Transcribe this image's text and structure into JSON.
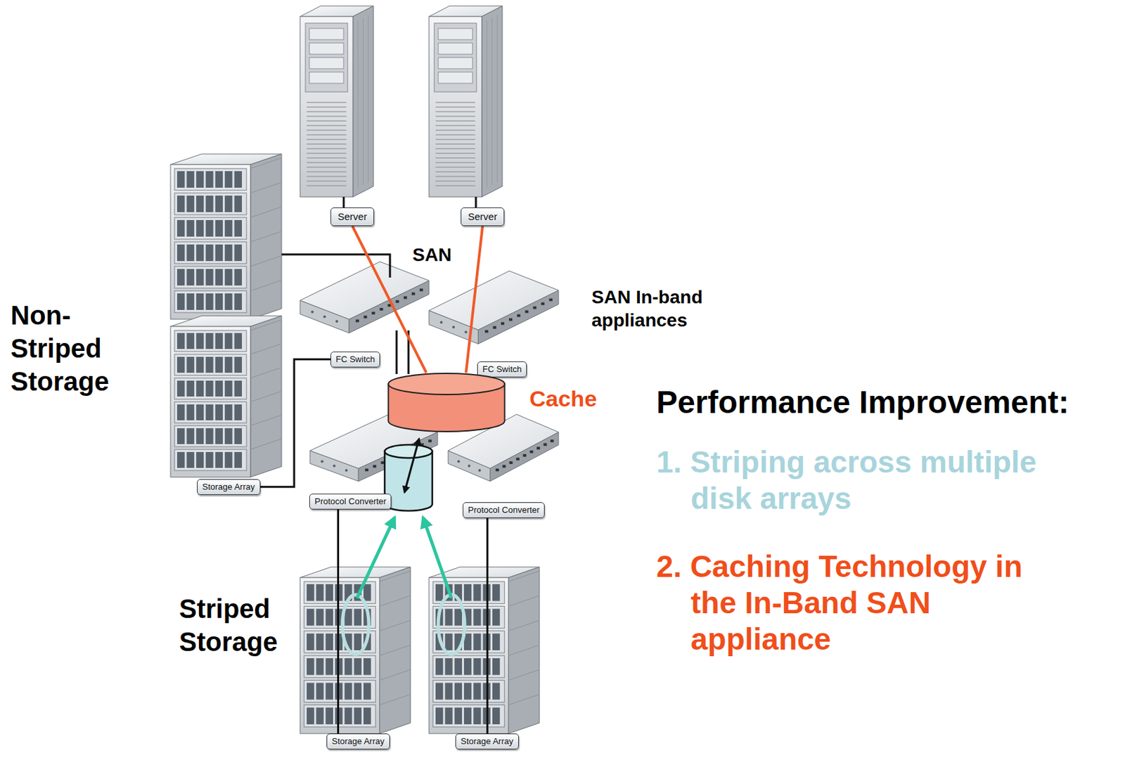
{
  "diagram": {
    "nodes": [
      {
        "text": [
          "Server"
        ]
      },
      {
        "text": [
          "Server"
        ]
      },
      {
        "text": [
          "FC Switch"
        ]
      },
      {
        "text": [
          "FC Switch"
        ]
      },
      {
        "text": [
          "Cache"
        ]
      },
      {
        "text": [
          "Protocol Converter"
        ]
      },
      {
        "text": [
          "Protocol Converter"
        ]
      },
      {
        "text": [
          "Storage Array"
        ]
      },
      {
        "text": [
          "Storage Array"
        ]
      },
      {
        "text": [
          "Storage Array"
        ]
      }
    ],
    "edges": [
      {
        "from": 0,
        "to": 4,
        "arrow": "none"
      },
      {
        "from": 1,
        "to": 4,
        "arrow": "none"
      },
      {
        "from": 7,
        "to": 2,
        "arrow": "none"
      },
      {
        "from": 5,
        "to": 8,
        "arrow": "none"
      },
      {
        "from": 6,
        "to": 9,
        "arrow": "none"
      }
    ],
    "labels": [
      "SAN",
      "SAN In-band appliances",
      "Non- Striped Storage",
      "Striped Storage",
      "Performance Improvement:",
      "1. Striping across multiple disk arrays",
      "2. Caching Technology in the In-Band SAN appliance"
    ]
  }
}
